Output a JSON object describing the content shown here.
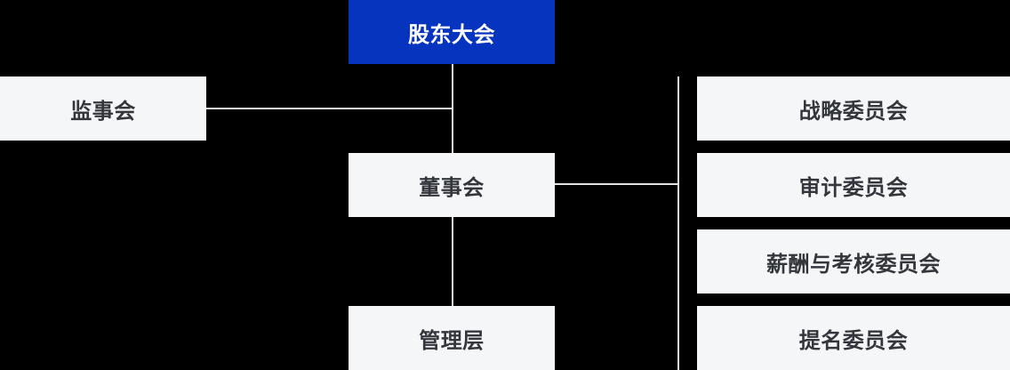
{
  "colors": {
    "background": "#000000",
    "root_node_bg": "#0634BE",
    "root_node_text": "#FFFFFF",
    "node_bg": "#F5F6F8",
    "node_text": "#33373C",
    "connector": "#E2E2E2"
  },
  "org_chart": {
    "type": "org-hierarchy",
    "root": {
      "label": "股东大会"
    },
    "supervisory": {
      "label": "监事会"
    },
    "board": {
      "label": "董事会"
    },
    "management": {
      "label": "管理层"
    },
    "committees": [
      {
        "label": "战略委员会"
      },
      {
        "label": "审计委员会"
      },
      {
        "label": "薪酬与考核委员会"
      },
      {
        "label": "提名委员会"
      }
    ],
    "relations": [
      "股东大会 -> 董事会",
      "股东大会 -> 监事会",
      "董事会 -> 管理层",
      "董事会 -> 战略委员会",
      "董事会 -> 审计委员会",
      "董事会 -> 薪酬与考核委员会",
      "董事会 -> 提名委员会"
    ]
  }
}
